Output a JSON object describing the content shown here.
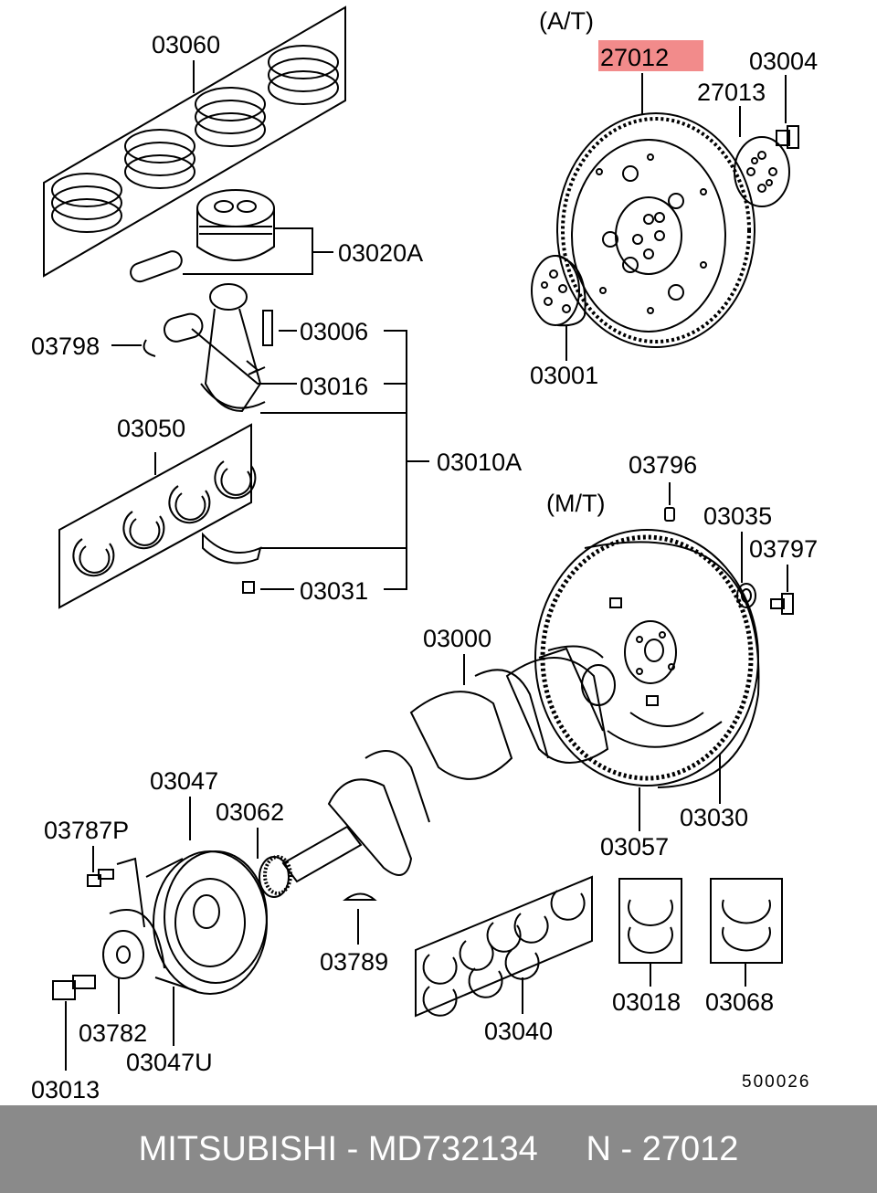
{
  "diagram": {
    "variant_at": "(A/T)",
    "variant_mt": "(M/T)",
    "highlight_color": "#f28b8b",
    "highlighted_part": "27012",
    "figure_number": "500026",
    "part_labels": {
      "p03060": "03060",
      "p03020a": "03020A",
      "p03006": "03006",
      "p03798": "03798",
      "p03016": "03016",
      "p03050": "03050",
      "p03010a": "03010A",
      "p03031": "03031",
      "p27012": "27012",
      "p03004": "03004",
      "p27013": "27013",
      "p03001": "03001",
      "p03796": "03796",
      "p03035": "03035",
      "p03797": "03797",
      "p03000": "03000",
      "p03030": "03030",
      "p03057": "03057",
      "p03047": "03047",
      "p03062": "03062",
      "p03787p": "03787P",
      "p03789": "03789",
      "p03782": "03782",
      "p03047u": "03047U",
      "p03013": "03013",
      "p03040": "03040",
      "p03018": "03018",
      "p03068": "03068"
    }
  },
  "footer": {
    "text": "MITSUBISHI - MD732134     N - 27012"
  }
}
